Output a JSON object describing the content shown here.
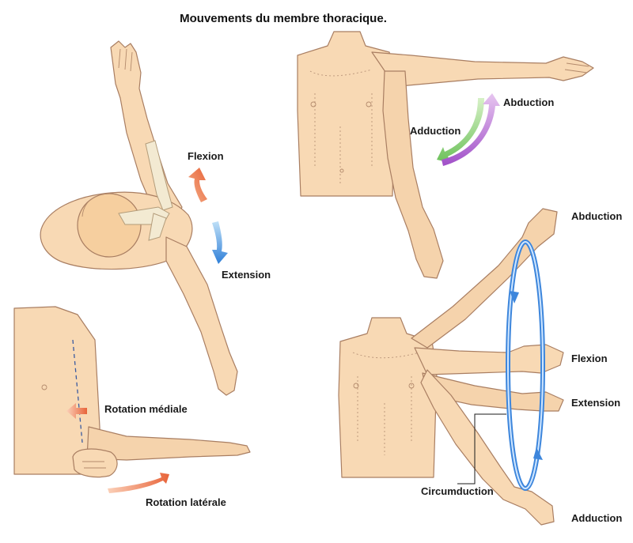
{
  "title": "Mouvements du membre thoracique.",
  "labels": {
    "flexion_top": "Flexion",
    "extension_top": "Extension",
    "abduction_top": "Abduction",
    "adduction_top": "Adduction",
    "rotation_mediale": "Rotation médiale",
    "rotation_laterale": "Rotation latérale",
    "abduction_right": "Abduction",
    "flexion_right": "Flexion",
    "extension_right": "Extension",
    "circumduction": "Circumduction",
    "adduction_right": "Adduction"
  },
  "colors": {
    "flexion_arrow": "#f08a5d",
    "extension_arrow": "#3a8ee6",
    "abduction_arrow": "#c58ce0",
    "adduction_arrow": "#8fd27a",
    "rotation_arrow": "#f07a4a",
    "circumduction_ring": "#3d86dc"
  }
}
